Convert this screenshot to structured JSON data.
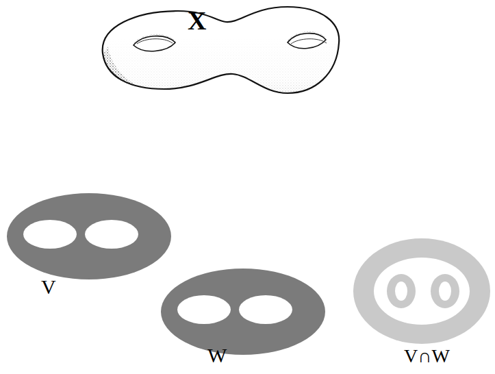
{
  "diagram": {
    "nodes": [
      {
        "text": [
          "X"
        ]
      },
      {
        "text": [
          "V"
        ]
      },
      {
        "text": [
          "W"
        ]
      },
      {
        "text": [
          "V∩W"
        ]
      }
    ]
  }
}
